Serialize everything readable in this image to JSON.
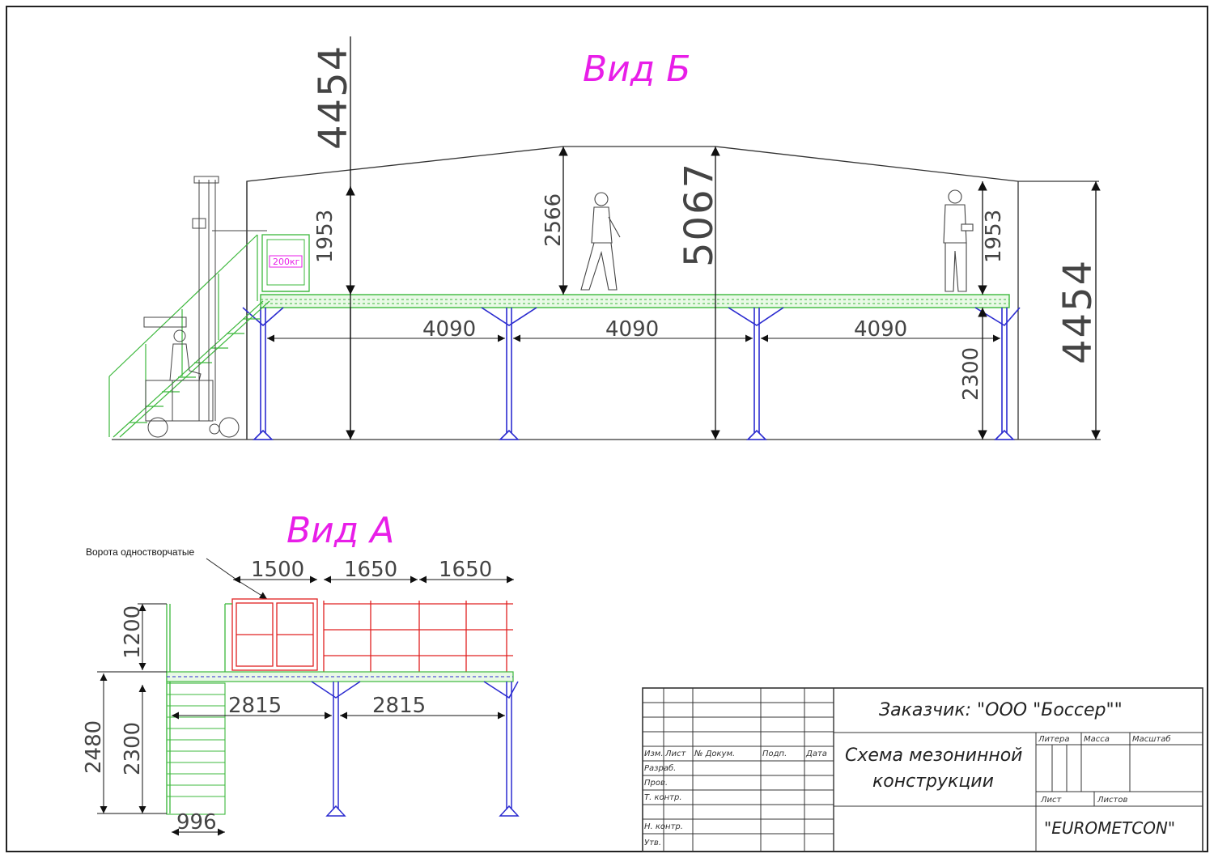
{
  "views": {
    "top_title": "Вид Б",
    "bottom_title": "Вид А"
  },
  "view_b": {
    "dims": {
      "total_height_left": "4454",
      "total_height_right": "4454",
      "ridge_height": "5067",
      "upper_clearance_left": "1953",
      "upper_clearance_right": "1953",
      "upper_clearance_mid": "2566",
      "under_deck": "2300",
      "span_1": "4090",
      "span_2": "4090",
      "span_3": "4090"
    },
    "pallet_label": "200кг"
  },
  "view_a": {
    "gate_note": "Ворота одностворчатые",
    "dims": {
      "rail_1": "1500",
      "rail_2": "1650",
      "rail_3": "1650",
      "rail_height": "1200",
      "total_height": "2480",
      "under_deck": "2300",
      "span_1": "2815",
      "span_2": "2815",
      "stair_width": "996"
    }
  },
  "title_block": {
    "customer": "Заказчик: \"ООО \"Боссер\"\"",
    "drawing_name_line1": "Схема мезонинной",
    "drawing_name_line2": "конструкции",
    "company": "\"EUROMETCON\"",
    "col_izm": "Изм.",
    "col_list": "Лист",
    "col_doc": "№ Докум.",
    "col_sign": "Подп.",
    "col_date": "Дата",
    "row_razrab": "Разраб.",
    "row_prov": "Пров.",
    "row_tkontr": "Т. контр.",
    "row_nkontr": "Н. контр.",
    "row_utv": "Утв.",
    "litera": "Литера",
    "massa": "Масса",
    "masshtab": "Масштаб",
    "list": "Лист",
    "listov": "Листов"
  },
  "colors": {
    "title": "#e81ee8",
    "frame_blue": "#2b2bd0",
    "deck_green": "#3cb83c",
    "rail_red": "#e02020",
    "line": "#333333"
  }
}
